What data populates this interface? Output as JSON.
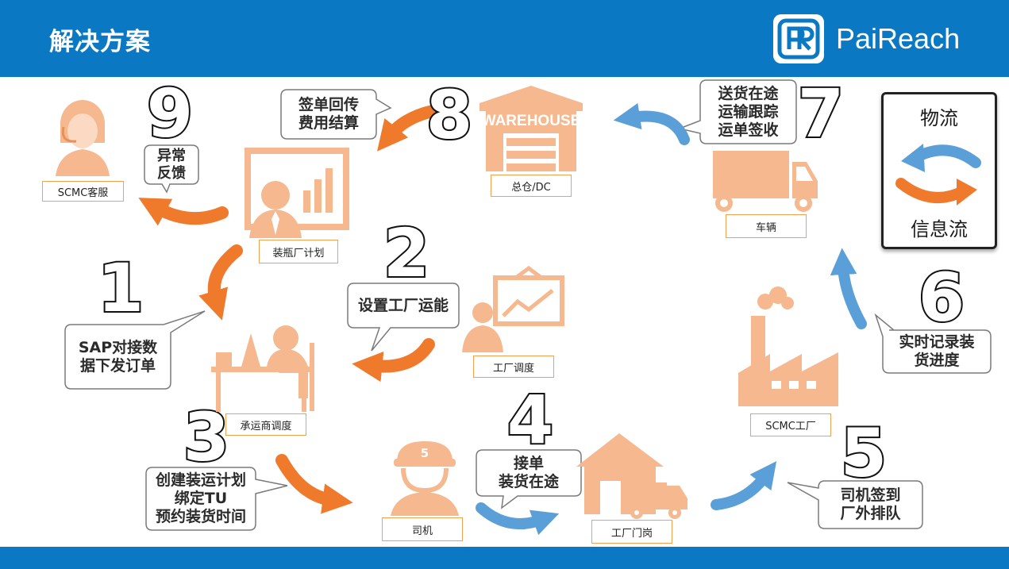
{
  "header": {
    "title": "解决方案",
    "brand": "PaiReach"
  },
  "colors": {
    "header_blue": "#0a78c2",
    "logistics_blue": "#5b9fd8",
    "info_orange": "#f07a2c",
    "figure_peach": "#f5b88f"
  },
  "legend": {
    "top": "物流",
    "bottom": "信息流"
  },
  "nodes": {
    "scmc_service": "SCMC客服",
    "bottle_plant_plan": "装瓶厂计划",
    "hq_dc": "总仓/DC",
    "vehicle": "车辆",
    "factory_dispatch": "工厂调度",
    "carrier_dispatch": "承运商调度",
    "driver": "司机",
    "factory_gate": "工厂门岗",
    "scmc_factory": "SCMC工厂"
  },
  "warehouse_sign": "WAREHOUSE",
  "driver_cap_number": "5",
  "steps": [
    {
      "num": "1",
      "lines": [
        "SAP对接数",
        "据下发订单"
      ]
    },
    {
      "num": "2",
      "lines": [
        "设置工厂运能"
      ]
    },
    {
      "num": "3",
      "lines": [
        "创建装运计划",
        "绑定TU",
        "预约装货时间"
      ]
    },
    {
      "num": "4",
      "lines": [
        "接单",
        "装货在途"
      ]
    },
    {
      "num": "5",
      "lines": [
        "司机签到",
        "厂外排队"
      ]
    },
    {
      "num": "6",
      "lines": [
        "实时记录装",
        "货进度"
      ]
    },
    {
      "num": "7",
      "lines": [
        "送货在途",
        "运输跟踪",
        "运单签收"
      ]
    },
    {
      "num": "8",
      "lines": [
        "签单回传",
        "费用结算"
      ]
    },
    {
      "num": "9",
      "lines": [
        "异常",
        "反馈"
      ]
    }
  ]
}
